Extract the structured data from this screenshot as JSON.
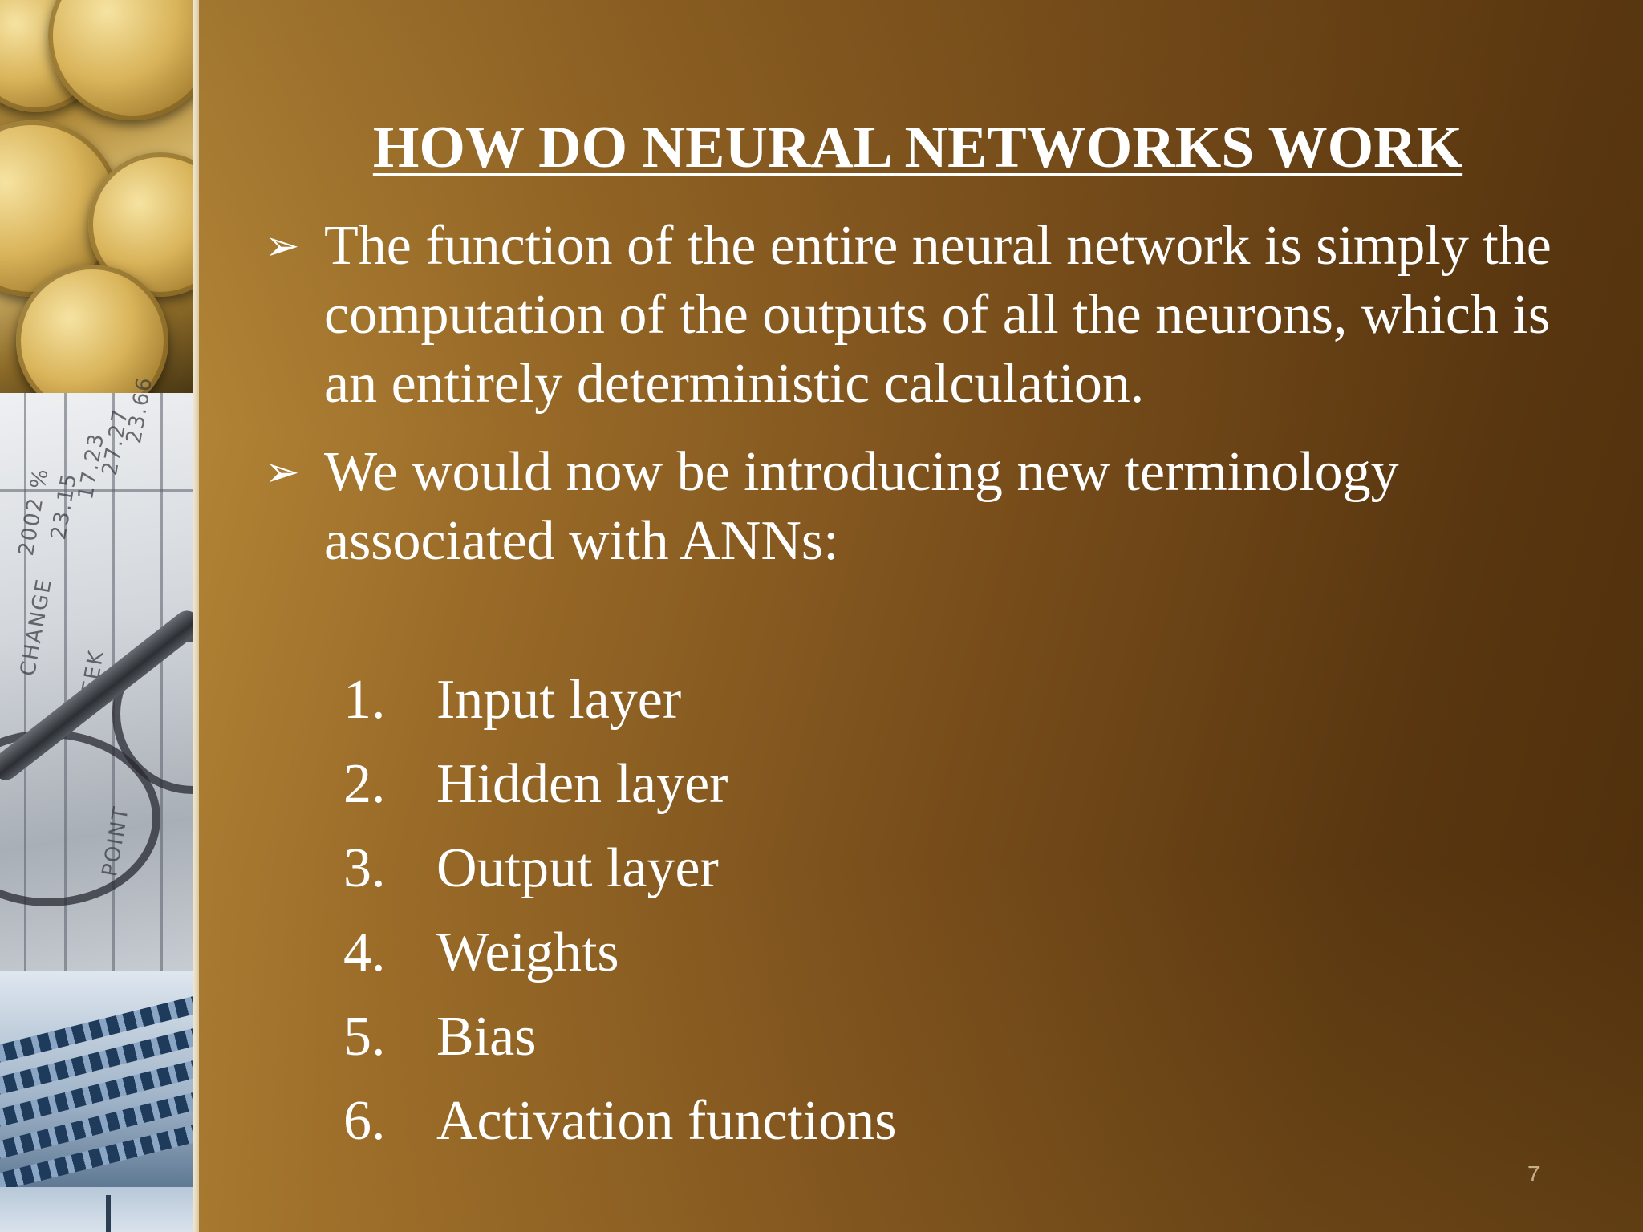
{
  "slide": {
    "title": "HOW DO NEURAL NETWORKS WORK",
    "bullets": [
      "The function of the entire neural network is simply the computation of the outputs of all the neurons, which is an entirely deterministic calculation.",
      "We would now be introducing new terminology associated with ANNs:"
    ],
    "bullet_icon": "➢",
    "terms": [
      {
        "num": "1.",
        "label": "Input layer"
      },
      {
        "num": "2.",
        "label": "Hidden layer"
      },
      {
        "num": "3.",
        "label": "Output layer"
      },
      {
        "num": "4.",
        "label": "Weights"
      },
      {
        "num": "5.",
        "label": "Bias"
      },
      {
        "num": "6.",
        "label": "Activation functions"
      }
    ],
    "page_number": "7"
  },
  "sidebar_texts": {
    "col1": "2002 %",
    "col2": "23.15",
    "col3": "17.23",
    "col4": "27.27",
    "col5": "23.66",
    "word1": "CHANGE",
    "word2": "WEEK",
    "word3": "POINT"
  },
  "colors": {
    "background_start": "#c4943e",
    "background_end": "#4e2e0c",
    "text": "#ffffff"
  }
}
